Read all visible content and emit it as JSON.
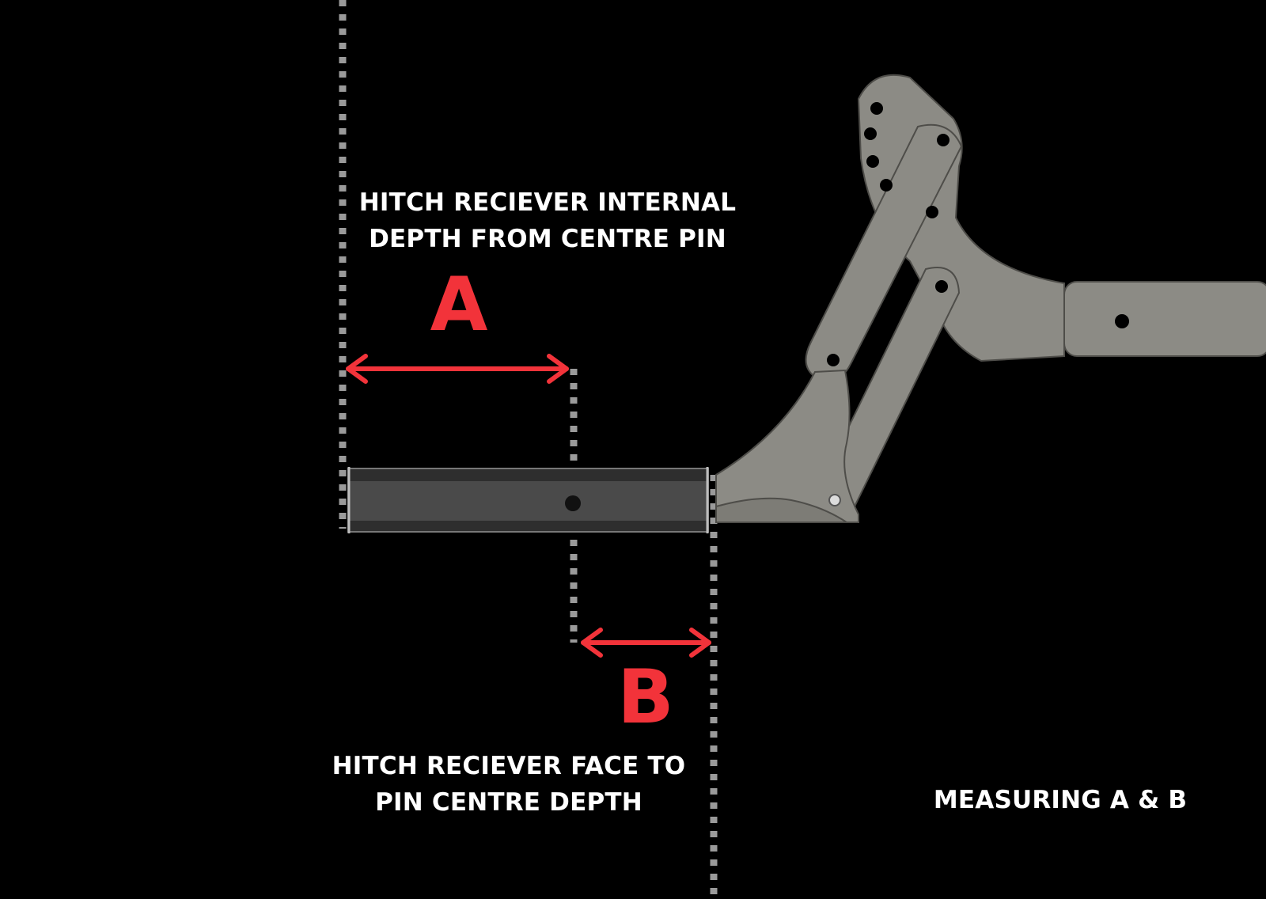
{
  "label_a": {
    "line1": "HITCH RECIEVER INTERNAL",
    "line2": "DEPTH FROM CENTRE PIN"
  },
  "label_b": {
    "line1": "HITCH RECIEVER FACE  TO",
    "line2": "PIN CENTRE DEPTH"
  },
  "letter_a": "A",
  "letter_b": "B",
  "footer": "MEASURING A & B",
  "colors": {
    "background": "#000000",
    "arrow": "#f2333a",
    "guide_dots": "#9a9a9a",
    "arm_metal": "#8c8b85",
    "tube": "#3a3a3a",
    "text": "#ffffff"
  }
}
